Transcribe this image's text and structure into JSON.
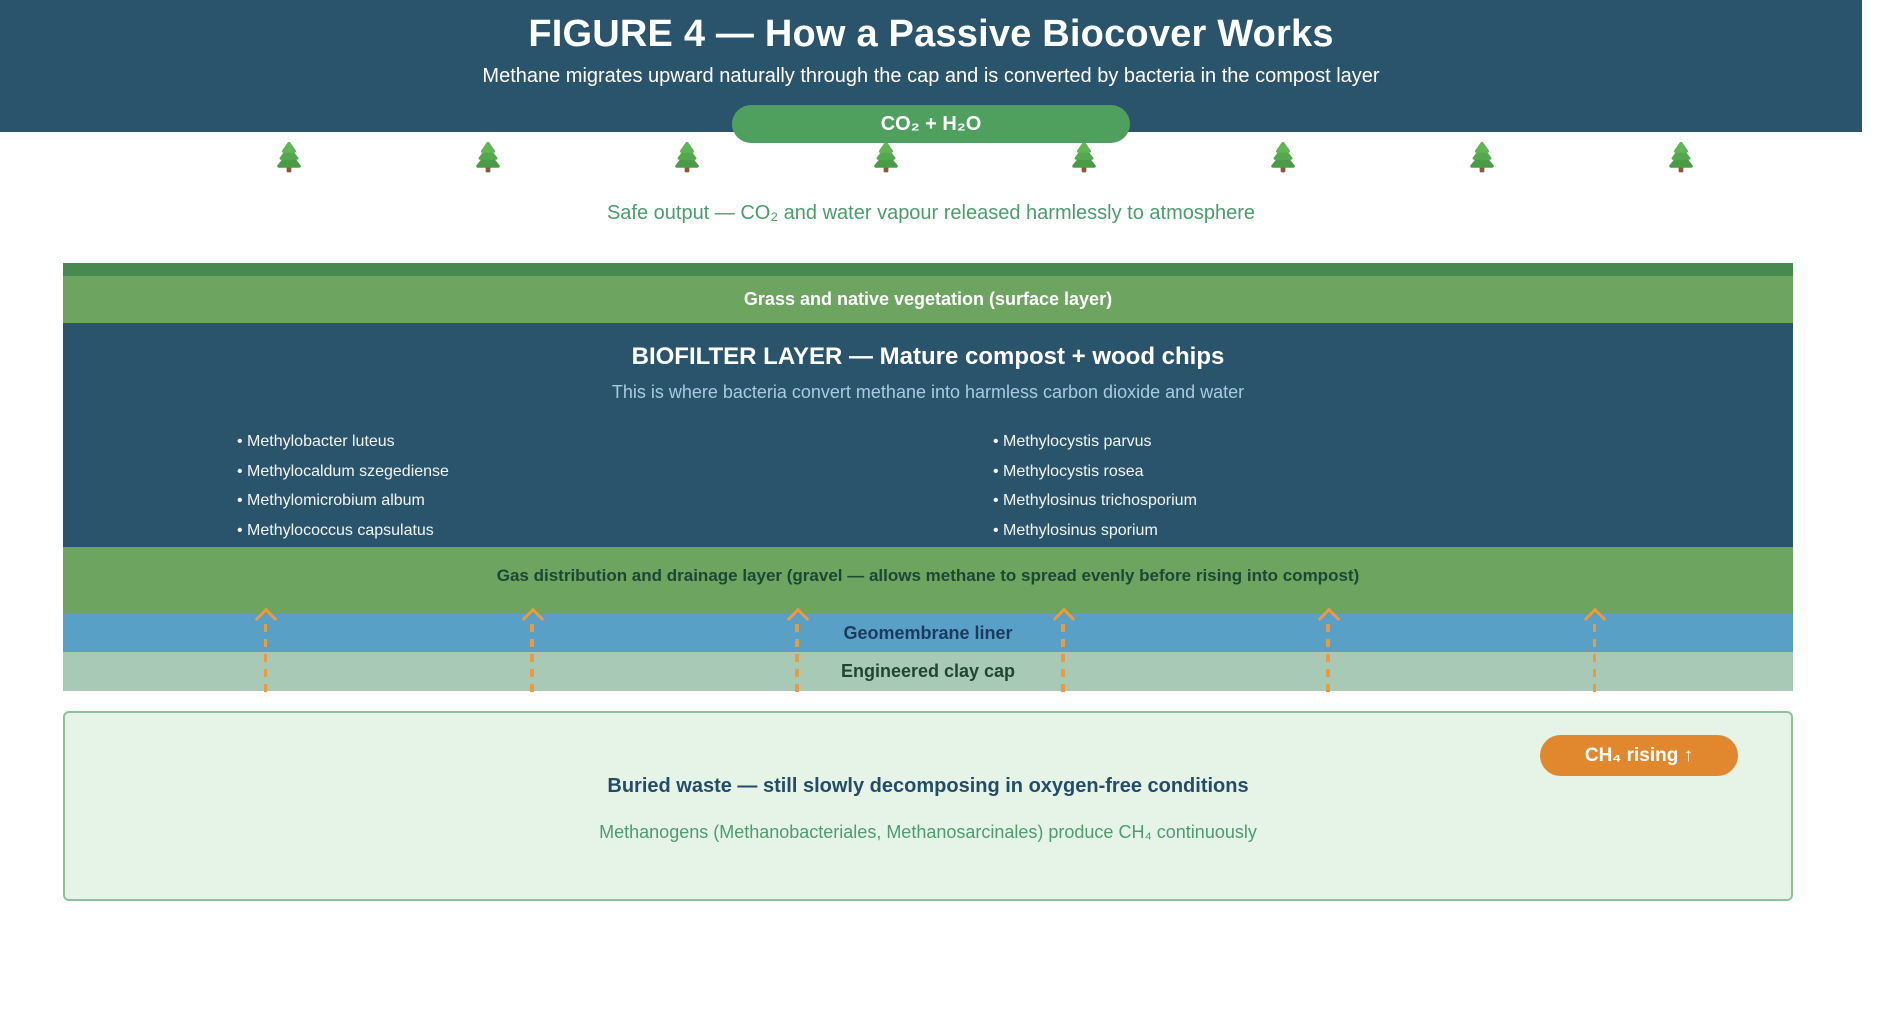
{
  "header": {
    "title": "FIGURE 4 — How a Passive Biocover Works",
    "subtitle": "Methane migrates upward naturally through the cap and is converted by bacteria in the compost layer",
    "output_pill": "CO₂ + H₂O"
  },
  "atmosphere": {
    "tree_count": 8,
    "caption": "Safe output — CO₂ and water vapour released harmlessly to atmosphere"
  },
  "layers": {
    "grass": {
      "label": "Grass and native vegetation (surface layer)"
    },
    "biofilter": {
      "title": "BIOFILTER LAYER — Mature compost + wood chips",
      "subtitle": "This is where bacteria convert methane into harmless carbon dioxide and water",
      "bacteria_left": [
        "Methylobacter luteus",
        "Methylocaldum szegediense",
        "Methylomicrobium album",
        "Methylococcus capsulatus"
      ],
      "bacteria_right": [
        "Methylocystis parvus",
        "Methylocystis rosea",
        "Methylosinus trichosporium",
        "Methylosinus sporium"
      ]
    },
    "gravel": {
      "label": "Gas distribution and drainage layer (gravel — allows methane to spread evenly before rising into compost)"
    },
    "geomembrane": {
      "label": "Geomembrane liner"
    },
    "clay": {
      "label": "Engineered clay cap"
    }
  },
  "arrows": {
    "count": 6,
    "direction": "up"
  },
  "waste": {
    "title": "Buried waste — still slowly decomposing in oxygen-free conditions",
    "subtitle": "Methanogens (Methanobacteriales, Methanosarcinales) produce CH₄ continuously",
    "badge": "CH₄ rising ↑"
  },
  "colors": {
    "header_bg": "#2a546b",
    "co2_pill_green": "#4fa05f",
    "safe_caption_green": "#4c9c6c",
    "topsoil_strip": "#47894f",
    "grass_green": "#6ca460",
    "biofilter_bg": "#2a546b",
    "biofilter_subtitle": "#a9cbdf",
    "gravel_green": "#6ca460",
    "gravel_text": "#1e4733",
    "geomembrane_blue": "#58a0c6",
    "geomembrane_text": "#1b3b5e",
    "clay": "#a9c9b7",
    "arrow_orange": "#ec9a3f",
    "waste_bg": "#e6f3e7",
    "waste_border": "#90c098",
    "waste_title": "#224d68",
    "ch4_badge_orange": "#e1882f"
  }
}
